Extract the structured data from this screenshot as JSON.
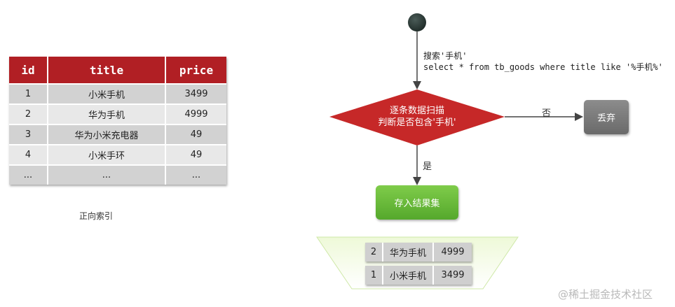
{
  "forward_index": {
    "columns": [
      "id",
      "title",
      "price"
    ],
    "rows": [
      [
        "1",
        "小米手机",
        "3499"
      ],
      [
        "2",
        "华为手机",
        "4999"
      ],
      [
        "3",
        "华为小米充电器",
        "49"
      ],
      [
        "4",
        "小米手环",
        "49"
      ],
      [
        "...",
        "...",
        "..."
      ]
    ],
    "caption": "正向索引"
  },
  "flow": {
    "search_line1": "搜索'手机'",
    "search_line2": "select * from tb_goods where title like '%手机%'",
    "decision_line1": "逐条数据扫描",
    "decision_line2": "判断是否包含'手机'",
    "label_no": "否",
    "label_yes": "是",
    "discard": "丢弃",
    "store": "存入结果集"
  },
  "result_set": [
    [
      "2",
      "华为手机",
      "4999"
    ],
    [
      "1",
      "小米手机",
      "3499"
    ]
  ],
  "watermark": "@稀土掘金技术社区",
  "colors": {
    "header_red": "#b11f24",
    "decision_red": "#c62828",
    "start_node": "#2e3d3a",
    "discard_gray": "#7a7a7a",
    "store_green": "#66b83a",
    "funnel_green": "#e6f5c8"
  }
}
